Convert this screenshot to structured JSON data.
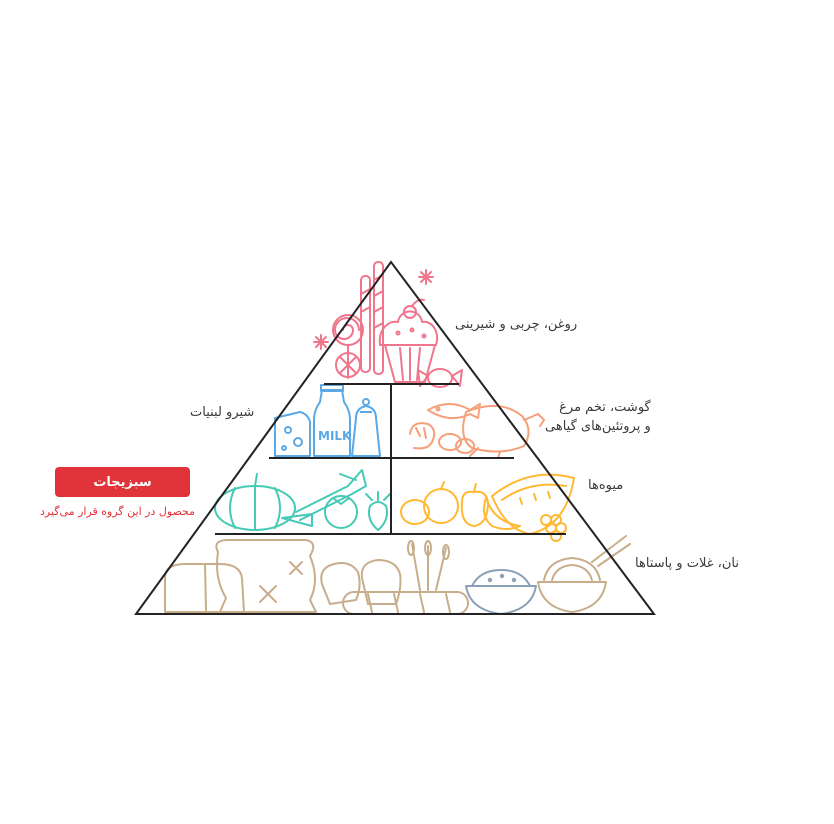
{
  "levels": {
    "top": "روغن، چربی و شیرینی",
    "dairy": "شیرو لبنیات",
    "meat_line1": "گوشت، تخم مرغ",
    "meat_line2": "و پروتئین‌های گیاهی",
    "fruit": "میوه‌ها",
    "grain": "نان، غلات و پاستاها"
  },
  "highlight": {
    "label": "سبزیجات",
    "note": "محصول در این گروه قرار می‌گیرد"
  },
  "milk_text": "MILK",
  "colors": {
    "outline": "#222222",
    "sweets": "#f0768b",
    "dairy": "#5aa9e6",
    "meat": "#f5a07a",
    "vegetables": "#46c9b5",
    "fruit": "#ffb932",
    "grain": "#c8ad8c",
    "bowl": "#8aa0b8",
    "highlight": "#e0343a"
  }
}
